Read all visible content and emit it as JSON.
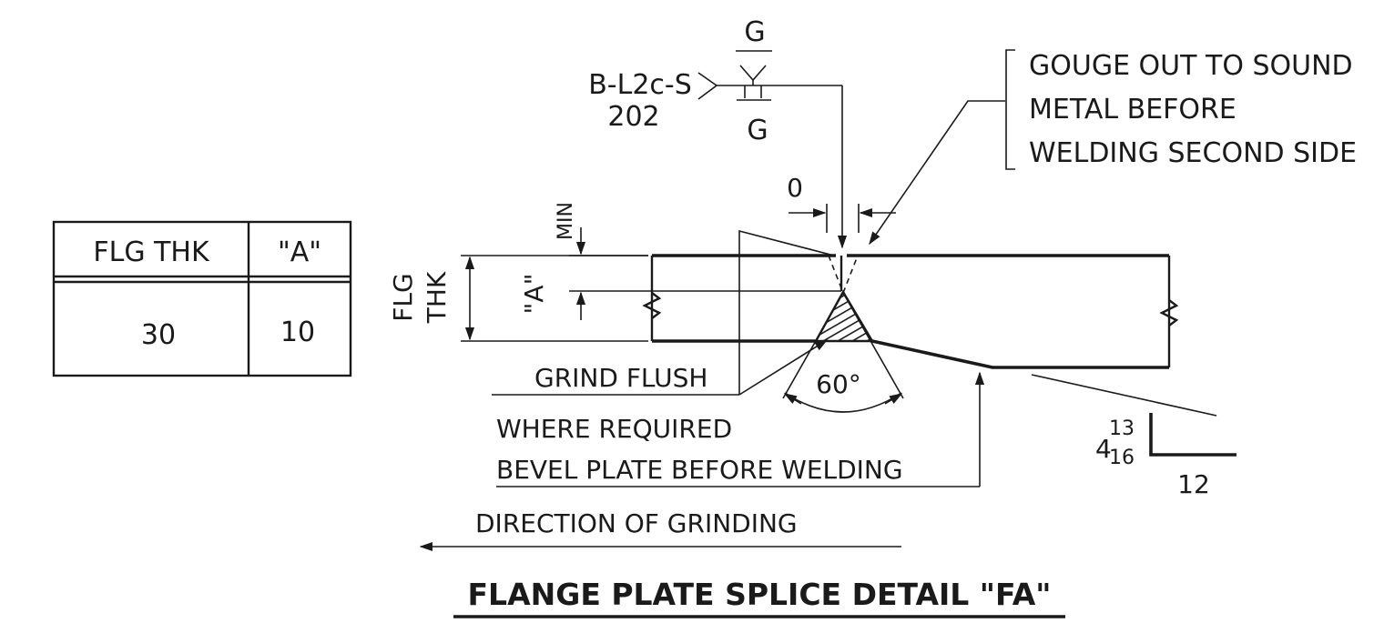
{
  "table": {
    "header_flg_thk": "FLG   THK",
    "header_a": "\"A\"",
    "value_flg_thk": "30",
    "value_a": "10"
  },
  "weld_symbol": {
    "spec_line1": "B-L2c-S",
    "spec_line2": "202",
    "finish_top": "G",
    "finish_bottom": "G"
  },
  "notes": {
    "gouge_line1": "GOUGE OUT TO SOUND",
    "gouge_line2": "METAL BEFORE",
    "gouge_line3": "WELDING SECOND SIDE",
    "root_gap": "0",
    "min_label": "MIN",
    "a_label": "\"A\"",
    "flg_label": "FLG",
    "thk_label": "THK",
    "grind_flush": "GRIND FLUSH",
    "angle": "60°",
    "where_required": "WHERE REQUIRED",
    "bevel_plate": "BEVEL PLATE BEFORE WELDING",
    "direction": "DIRECTION OF GRINDING"
  },
  "slope": {
    "whole": "4",
    "numerator": "13",
    "denominator": "16",
    "run": "12"
  },
  "title": "FLANGE PLATE SPLICE DETAIL  \"FA\""
}
